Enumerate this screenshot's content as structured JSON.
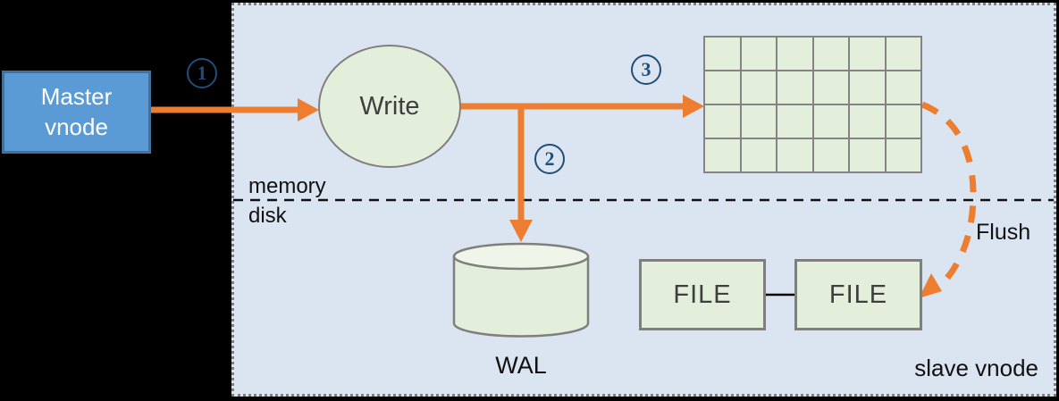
{
  "colors": {
    "background": "#000000",
    "panel_fill": "#dbe5f1",
    "panel_border": "#7f7f7f",
    "master_fill": "#5b9bd5",
    "master_border": "#41719c",
    "node_fill": "#e3efda",
    "node_border": "#7f7f7f",
    "arrow_orange": "#ed7d31",
    "step_blue": "#1f4e79",
    "text_dark": "#3f3f3f"
  },
  "master_vnode": {
    "line1": "Master",
    "line2": "vnode"
  },
  "write_node": {
    "label": "Write"
  },
  "steps": {
    "one": "1",
    "two": "2",
    "three": "3"
  },
  "divider": {
    "above_label": "memory",
    "below_label": "disk"
  },
  "memtable_grid": {
    "rows": 4,
    "cols": 6
  },
  "wal": {
    "label": "WAL"
  },
  "files": {
    "file1": "FILE",
    "file2": "FILE"
  },
  "flush": {
    "label": "Flush"
  },
  "slave_vnode": {
    "label": "slave vnode"
  }
}
